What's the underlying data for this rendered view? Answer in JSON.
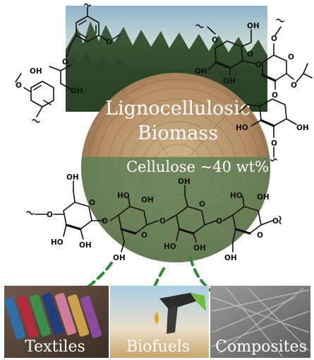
{
  "title_line1": "Lignocellulosic",
  "title_line2": "Biomass",
  "subtitle": "Cellulose ~40 wt%",
  "panels": [
    {
      "label": "Textiles"
    },
    {
      "label": "Biofuels"
    },
    {
      "label": "Composites"
    }
  ],
  "atoms": {
    "OH": "OH",
    "O": "O"
  },
  "colors": {
    "forest_dark": "#2e4a2c",
    "wood": "#b8956b",
    "cellulose_green": "#5d7f55",
    "arrow_green": "#2f8a34"
  }
}
